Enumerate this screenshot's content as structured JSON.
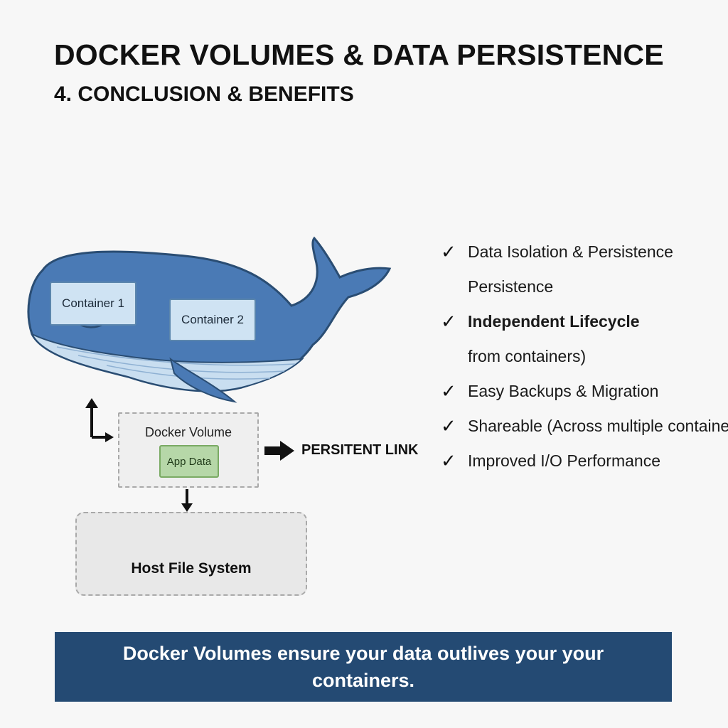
{
  "header": {
    "title": "DOCKER VOLUMES & DATA PERSISTENCE",
    "subtitle": "4. CONCLUSION & BENEFITS"
  },
  "diagram": {
    "containers": [
      {
        "label": "Container 1"
      },
      {
        "label": "Container 2"
      }
    ],
    "volume": {
      "label": "Docker Volume",
      "data_label": "App Data"
    },
    "link_label": "PERSITENT LINK",
    "host": {
      "label": "Host File System"
    },
    "colors": {
      "whale": "#4a7ab5",
      "belly": "#c9def0",
      "outline": "#2a4d73",
      "volume_fill": "#b6d7a8"
    }
  },
  "benefits": [
    {
      "text": "Data Isolation & Persistence",
      "check": true,
      "bold": false
    },
    {
      "text": "Persistence",
      "check": false,
      "bold": false
    },
    {
      "text": "Independent Lifecycle",
      "check": true,
      "bold": true
    },
    {
      "text": "from containers)",
      "check": false,
      "bold": false
    },
    {
      "text": "Easy Backups & Migration",
      "check": true,
      "bold": false
    },
    {
      "text": "Shareable (Across multiple containe",
      "check": true,
      "bold": false
    },
    {
      "text": "Improved I/O Performance",
      "check": true,
      "bold": false
    }
  ],
  "check_symbol": "✓",
  "footer": {
    "text": "Docker Volumes ensure your data outlives your your containers.",
    "color": "#244a73"
  }
}
